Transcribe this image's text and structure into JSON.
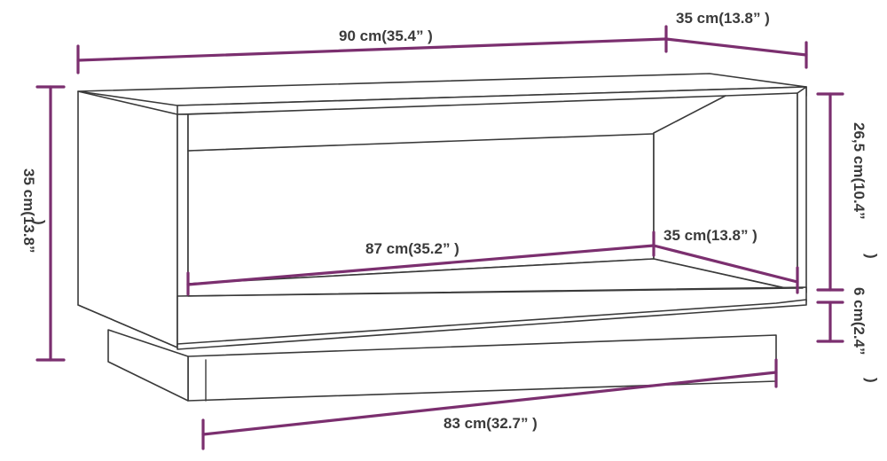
{
  "dimensions": {
    "overall_width": "90 cm(35.4” )",
    "overall_depth": "35 cm(13.8” )",
    "overall_height_line1": "35 cm(13.8”",
    "overall_height_line2": ")",
    "inner_width": "87 cm(35.2” )",
    "inner_depth": "35 cm(13.8” )",
    "inner_height_line1": "26,5 cm(10.4”",
    "inner_height_line2": ")",
    "base_height_line1": "6 cm(2.4”",
    "base_height_line2": ")",
    "base_width": "83 cm(32.7” )"
  },
  "colors": {
    "dimension_line": "#7b2f6f",
    "outline": "#3a3a3a",
    "label_text": "#3a3a3a",
    "background": "#ffffff"
  }
}
